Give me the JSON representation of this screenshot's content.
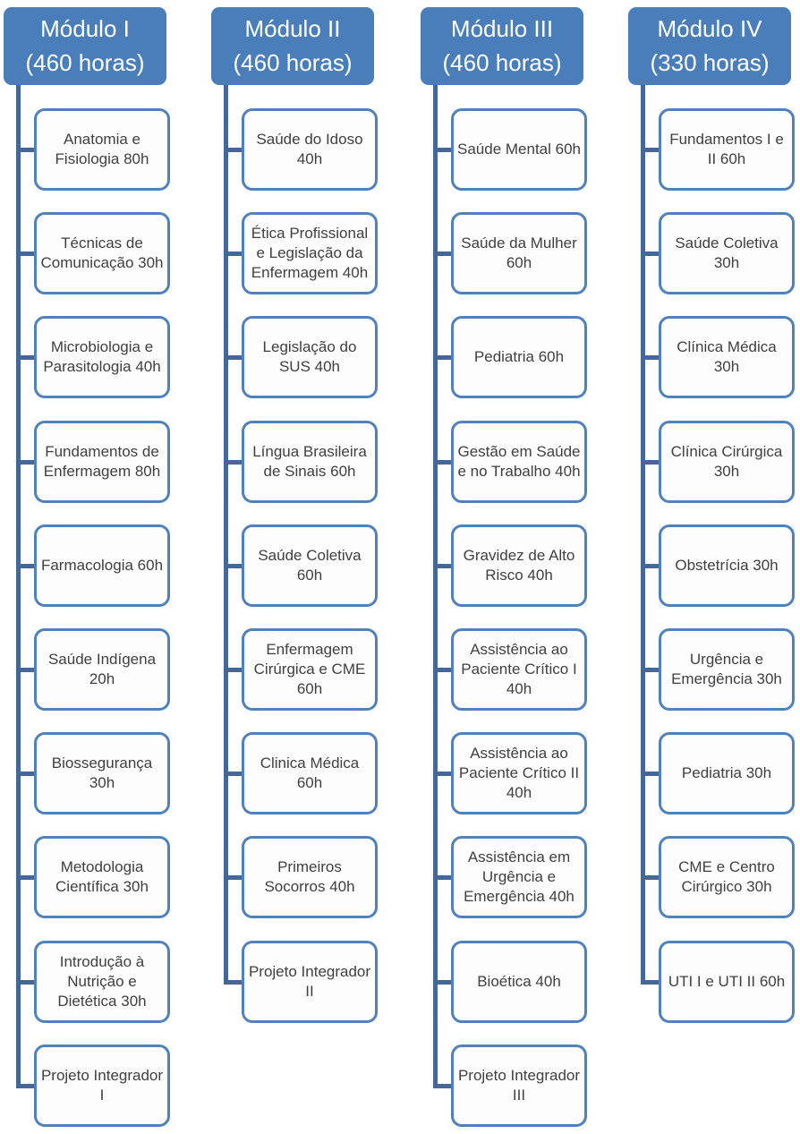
{
  "colors": {
    "header_fill": "#4a7ebb",
    "header_text": "#ffffff",
    "box_border": "#4f81bd",
    "box_fill": "#fdfdfe",
    "box_text": "#404040",
    "connector": "#44679b"
  },
  "modules": [
    {
      "title": "Módulo I",
      "hours": "(460 horas)",
      "courses": [
        "Anatomia e Fisiologia 80h",
        "Técnicas de Comunicação 30h",
        "Microbiologia e Parasitologia 40h",
        "Fundamentos de Enfermagem 80h",
        "Farmacologia 60h",
        "Saúde Indígena 20h",
        "Biossegurança 30h",
        "Metodologia Científica 30h",
        "Introdução à Nutrição e Dietética  30h",
        "Projeto Integrador I"
      ]
    },
    {
      "title": "Módulo II",
      "hours": "(460 horas)",
      "courses": [
        "Saúde do Idoso 40h",
        "Ética Profissional e Legislação da Enfermagem 40h",
        "Legislação do SUS 40h",
        "Língua Brasileira de Sinais  60h",
        "Saúde Coletiva 60h",
        "Enfermagem Cirúrgica e CME 60h",
        "Clinica Médica 60h",
        "Primeiros Socorros 40h",
        "Projeto Integrador II"
      ]
    },
    {
      "title": "Módulo III",
      "hours": "(460 horas)",
      "courses": [
        "Saúde Mental 60h",
        "Saúde da Mulher 60h",
        "Pediatria 60h",
        "Gestão  em Saúde e no Trabalho 40h",
        "Gravidez de Alto Risco 40h",
        "Assistência ao Paciente Crítico I 40h",
        "Assistência ao Paciente Crítico II 40h",
        "Assistência em Urgência e Emergência 40h",
        "Bioética 40h",
        "Projeto Integrador III"
      ]
    },
    {
      "title": "Módulo IV",
      "hours": "(330 horas)",
      "courses": [
        "Fundamentos I e II 60h",
        "Saúde Coletiva 30h",
        "Clínica Médica 30h",
        "Clínica Cirúrgica 30h",
        "Obstetrícia  30h",
        "Urgência e Emergência 30h",
        "Pediatria 30h",
        "CME e Centro Cirúrgico 30h",
        "UTI I e UTI II 60h"
      ]
    }
  ]
}
